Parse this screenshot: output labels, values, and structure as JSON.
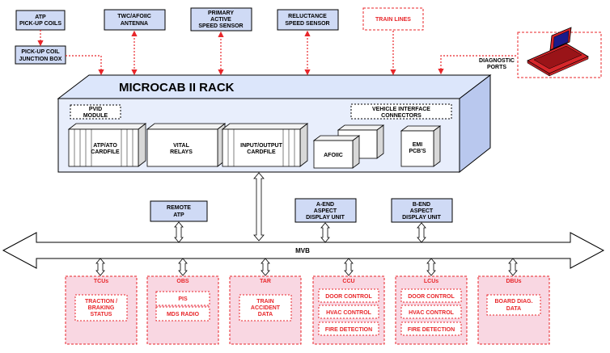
{
  "top_devices": [
    {
      "id": "atp-coils",
      "lines": [
        "ATP",
        "PICK-UP COILS"
      ]
    },
    {
      "id": "twc-antenna",
      "lines": [
        "TWC/AFOIIC",
        "ANTENNA"
      ]
    },
    {
      "id": "primary-speed",
      "lines": [
        "PRIMARY",
        "ACTIVE",
        "SPEED SENSOR"
      ]
    },
    {
      "id": "reluctance-speed",
      "lines": [
        "RELUCTANCE",
        "SPEED SENSOR"
      ]
    },
    {
      "id": "train-lines",
      "lines": [
        "TRAIN LINES"
      ]
    }
  ],
  "junction_box": {
    "lines": [
      "PICK-UP COIL",
      "JUNCTION BOX"
    ]
  },
  "diagnostic": {
    "lines": [
      "DIAGNOSTIC",
      "PORTS"
    ]
  },
  "rack": {
    "title": "MICROCAB II RACK",
    "pvid": [
      "PVID",
      "MODULE"
    ],
    "vehicle_interface": [
      "VEHICLE INTERFACE",
      "CONNECTORS"
    ],
    "atp_ato": [
      "ATP/ATO",
      "CARDFILE"
    ],
    "vital": [
      "VITAL",
      "RELAYS"
    ],
    "io": [
      "INPUT/OUTPUT",
      "CARDFILE"
    ],
    "afoiic": [
      "AFOIIC"
    ],
    "emi": [
      "EMI",
      "PCB'S"
    ]
  },
  "mid_devices": [
    {
      "id": "remote-atp",
      "lines": [
        "REMOTE",
        "ATP"
      ]
    },
    {
      "id": "a-end",
      "lines": [
        "A-END",
        "ASPECT",
        "DISPLAY UNIT"
      ]
    },
    {
      "id": "b-end",
      "lines": [
        "B-END",
        "ASPECT",
        "DISPLAY UNIT"
      ]
    }
  ],
  "bus": {
    "label": "MVB"
  },
  "subsystems": [
    {
      "id": "tcus",
      "title": "TCUs",
      "items": [
        [
          "TRACTION /",
          "BRAKING",
          "STATUS"
        ]
      ]
    },
    {
      "id": "obs",
      "title": "OBS",
      "items": [
        [
          "PIS"
        ],
        [
          "MDS RADIO"
        ]
      ]
    },
    {
      "id": "tar",
      "title": "TAR",
      "items": [
        [
          "TRAIN",
          "ACCIDENT",
          "DATA"
        ]
      ]
    },
    {
      "id": "ccu",
      "title": "CCU",
      "items": [
        [
          "DOOR CONTROL"
        ],
        [
          "HVAC CONTROL"
        ],
        [
          "FIRE DETECTION"
        ]
      ]
    },
    {
      "id": "lcus",
      "title": "LCUs",
      "items": [
        [
          "DOOR CONTROL"
        ],
        [
          "HVAC CONTROL"
        ],
        [
          "FIRE DETECTION"
        ]
      ]
    },
    {
      "id": "dbus",
      "title": "DBUs",
      "items": [
        [
          "BOARD DIAG.",
          "DATA"
        ]
      ]
    }
  ],
  "colors": {
    "blue_box": "#cfdaf5",
    "rack_face": "#dce6fb",
    "accent_red": "#e8262a",
    "pink": "#f9d7e2"
  }
}
